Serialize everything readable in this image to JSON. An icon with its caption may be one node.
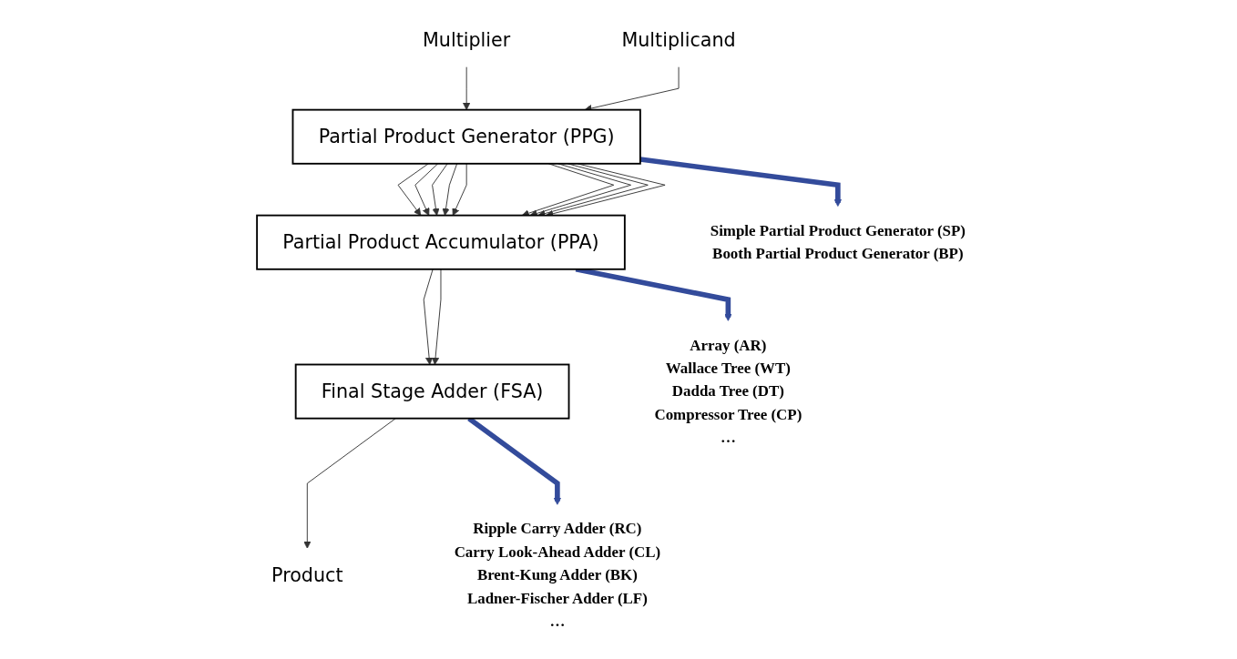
{
  "diagram": {
    "nodes": [
      {
        "text": [
          "Multiplier"
        ]
      },
      {
        "text": [
          "Multiplicand"
        ]
      },
      {
        "text": [
          "Partial Product Generator (PPG)"
        ]
      },
      {
        "text": [
          "Partial Product Accumulator (PPA)"
        ]
      },
      {
        "text": [
          "Final Stage Adder (FSA)"
        ]
      },
      {
        "text": [
          "Product"
        ]
      },
      {
        "text": [
          "Simple Partial Product Generator (SP)",
          "Booth Partial Product Generator (BP)"
        ]
      },
      {
        "text": [
          "Array (AR)",
          "Wallace Tree (WT)",
          "Dadda Tree (DT)",
          "Compressor Tree (CP)",
          "…"
        ]
      },
      {
        "text": [
          "Ripple Carry Adder (RC)",
          "Carry Look-Ahead Adder (CL)",
          "Brent-Kung Adder (BK)",
          "Ladner-Fischer Adder (LF)",
          "…"
        ]
      }
    ],
    "edges": [
      {
        "from": 0,
        "to": 2,
        "arrow": "to"
      },
      {
        "from": 1,
        "to": 2,
        "arrow": "to"
      },
      {
        "from": 2,
        "to": 3,
        "arrow": "to"
      },
      {
        "from": 2,
        "to": 3,
        "arrow": "to"
      },
      {
        "from": 2,
        "to": 3,
        "arrow": "to"
      },
      {
        "from": 2,
        "to": 3,
        "arrow": "to"
      },
      {
        "from": 2,
        "to": 3,
        "arrow": "to"
      },
      {
        "from": 2,
        "to": 3,
        "arrow": "to"
      },
      {
        "from": 2,
        "to": 3,
        "arrow": "to"
      },
      {
        "from": 2,
        "to": 3,
        "arrow": "to"
      },
      {
        "from": 2,
        "to": 3,
        "arrow": "to"
      },
      {
        "from": 3,
        "to": 4,
        "arrow": "to"
      },
      {
        "from": 3,
        "to": 4,
        "arrow": "to"
      },
      {
        "from": 4,
        "to": 5,
        "arrow": "to"
      },
      {
        "from": 2,
        "to": 6,
        "arrow": "to",
        "style": "thick",
        "color": "#334b9b"
      },
      {
        "from": 3,
        "to": 7,
        "arrow": "to",
        "style": "thick",
        "color": "#334b9b"
      },
      {
        "from": 4,
        "to": 8,
        "arrow": "to",
        "style": "thick",
        "color": "#334b9b"
      }
    ]
  }
}
